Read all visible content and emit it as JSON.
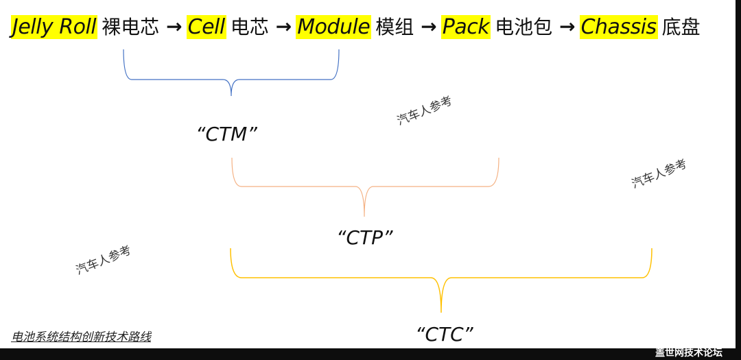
{
  "chain": [
    {
      "en": "Jelly Roll",
      "zh": "裸电芯",
      "arrow": "→"
    },
    {
      "en": "Cell",
      "zh": "电芯",
      "arrow": "→"
    },
    {
      "en": "Module",
      "zh": "模组",
      "arrow": "→"
    },
    {
      "en": "Pack",
      "zh": "电池包",
      "arrow": "→"
    },
    {
      "en": "Chassis",
      "zh": "底盘",
      "arrow": ""
    }
  ],
  "labels": {
    "ctm": "“CTM”",
    "ctp": "“CTP”",
    "ctc": "“CTC”"
  },
  "brace_colors": {
    "ctm": "#4472c4",
    "ctp": "#f4b183",
    "ctc": "#ffc000"
  },
  "watermark": "汽车人参考",
  "caption": "电池系统结构创新技术路线",
  "corner_text": "盖世网技术论坛",
  "highlight_color": "#ffff00"
}
